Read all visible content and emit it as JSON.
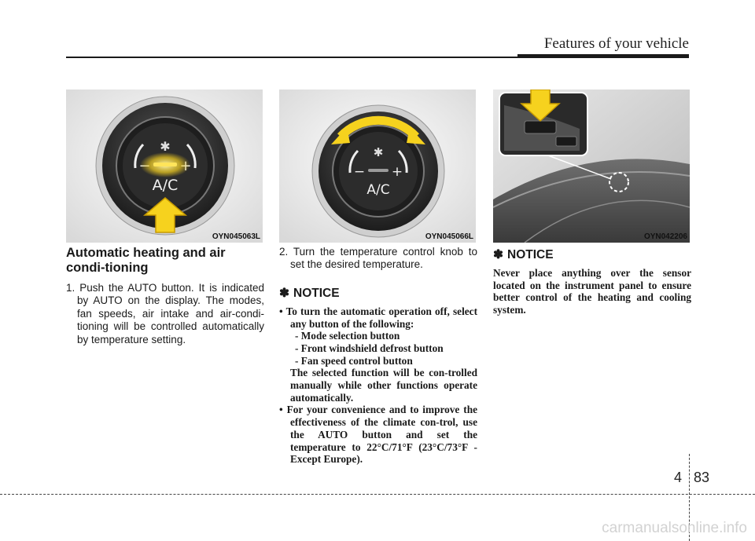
{
  "header": {
    "title": "Features of your vehicle"
  },
  "figures": [
    {
      "code": "OYN045063L",
      "knob_label": "A/C"
    },
    {
      "code": "OYN045066L",
      "knob_label": "A/C"
    },
    {
      "code": "OYN042206"
    }
  ],
  "col1": {
    "heading": "Automatic heating and air condi-tioning",
    "step1": "1. Push the AUTO button. It is indicated by AUTO on the display. The modes, fan speeds, air intake and air-condi-tioning will be controlled automatically by temperature setting."
  },
  "col2": {
    "step2": "2. Turn the temperature control knob to set the desired temperature.",
    "notice_mark": "✽",
    "notice_title": "NOTICE",
    "bullet1": "• To turn the automatic operation off, select any button of the following:",
    "sub1": "- Mode selection button",
    "sub2": "- Front windshield defrost button",
    "sub3": "- Fan speed control button",
    "bullet1_cont": "The selected function will be con-trolled manually while other functions operate automatically.",
    "bullet2": "• For your convenience and to improve the effectiveness of the climate con-trol, use the AUTO button and set the temperature to 22°C/71°F (23°C/73°F -Except Europe)."
  },
  "col3": {
    "notice_mark": "✽",
    "notice_title": "NOTICE",
    "body": "Never place anything over the sensor located on the instrument panel to ensure better control of the heating and cooling system."
  },
  "footer": {
    "chapter": "4",
    "page": "83",
    "watermark": "carmanualsonline.info"
  }
}
